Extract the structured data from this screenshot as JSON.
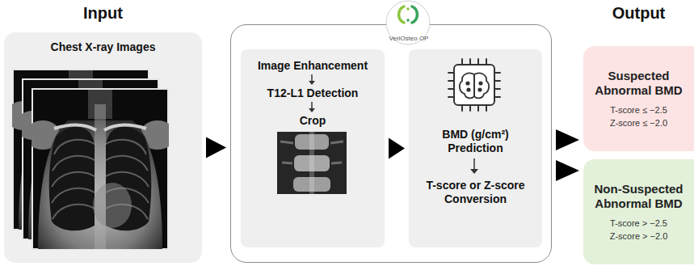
{
  "diagram": {
    "nodes": [
      {
        "text": [
          "Input",
          "Chest X-ray Images"
        ]
      },
      {
        "text": [
          "VeriOsteo OP"
        ]
      },
      {
        "text": [
          "Image Enhancement",
          "T12-L1 Detection",
          "Crop"
        ],
        "in": 1
      },
      {
        "text": [
          "BMD (g/cm²) Prediction",
          "T-score or Z-score Conversion"
        ],
        "in": 1
      },
      {
        "text": [
          "Suspected Abnormal BMD",
          "T-score ≤ −2.5",
          "Z-score ≤ −2.0"
        ]
      },
      {
        "text": [
          "Non-Suspected Abnormal BMD",
          "T-score > −2.5",
          "Z-score > −2.0"
        ]
      }
    ],
    "edges": [
      {
        "from": 0,
        "to": 1,
        "arrow": "to"
      },
      {
        "from": 2,
        "to": 3,
        "arrow": "to"
      },
      {
        "from": 1,
        "to": 4,
        "arrow": "to"
      },
      {
        "from": 1,
        "to": 5,
        "arrow": "to"
      }
    ],
    "labels": [
      "Output"
    ]
  }
}
